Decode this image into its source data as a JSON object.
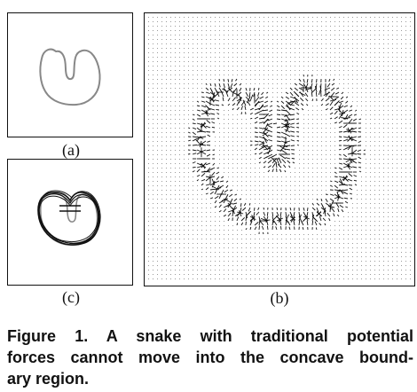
{
  "figure": {
    "panels": {
      "a": {
        "label": "(a)"
      },
      "b": {
        "label": "(b)"
      },
      "c": {
        "label": "(c)"
      }
    },
    "caption_lines": [
      "Figure 1. A snake with traditional potential",
      "forces cannot move into the concave bound-",
      "ary region."
    ],
    "colors": {
      "ink": "#111111",
      "boundary": "#888888",
      "grid_dot": "#9a9a9a"
    }
  }
}
